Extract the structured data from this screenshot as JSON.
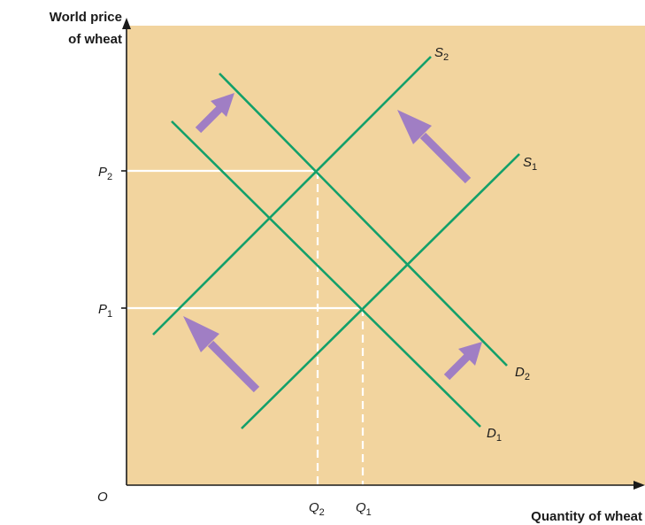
{
  "axes": {
    "y_title_line1": "World price",
    "y_title_line2": "of wheat",
    "x_title": "Quantity of wheat",
    "origin": "O"
  },
  "levels": {
    "P1": {
      "main": "P",
      "sub": "1"
    },
    "P2": {
      "main": "P",
      "sub": "2"
    },
    "Q1": {
      "main": "Q",
      "sub": "1"
    },
    "Q2": {
      "main": "Q",
      "sub": "2"
    }
  },
  "curves": {
    "S1": {
      "main": "S",
      "sub": "1"
    },
    "S2": {
      "main": "S",
      "sub": "2"
    },
    "D1": {
      "main": "D",
      "sub": "1"
    },
    "D2": {
      "main": "D",
      "sub": "2"
    }
  },
  "colors": {
    "plot_background": "#f2d49e",
    "curve": "#13a06a",
    "shift_arrow": "#a07ec4",
    "guide_line": "#ffffff",
    "axis": "#1a1a1a"
  },
  "shift_arrows": [
    {
      "name": "shift-arrow-d-upper-left",
      "direction": "up-right"
    },
    {
      "name": "shift-arrow-s-upper-right",
      "direction": "up-left"
    },
    {
      "name": "shift-arrow-s-lower-left",
      "direction": "up-left"
    },
    {
      "name": "shift-arrow-d-lower-right",
      "direction": "up-right"
    }
  ]
}
